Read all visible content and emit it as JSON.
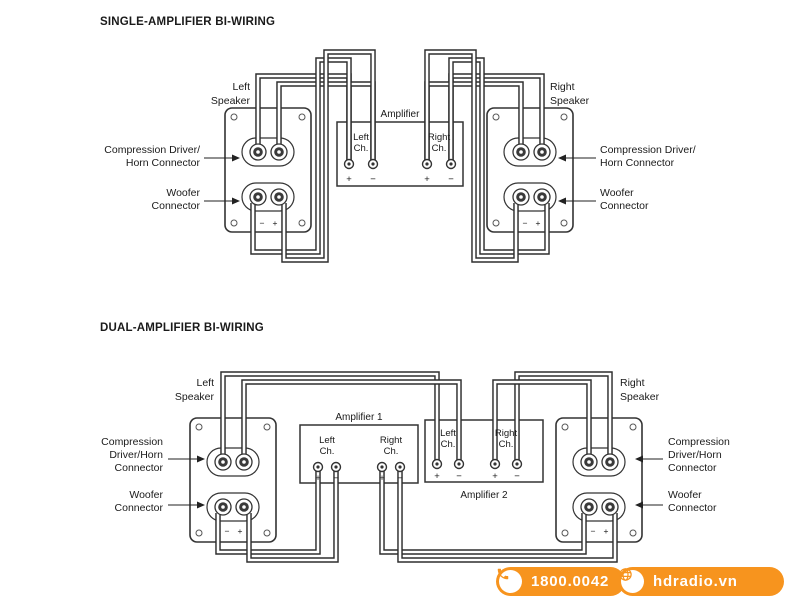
{
  "titles": {
    "single": "SINGLE-AMPLIFIER BI-WIRING",
    "dual": "DUAL-AMPLIFIER BI-WIRING"
  },
  "speaker": {
    "left1": "Left",
    "left2": "Speaker",
    "right1": "Right",
    "right2": "Speaker"
  },
  "connector": {
    "horn_a": "Compression Driver/",
    "horn_b": "Horn Connector",
    "horn2_a": "Compression",
    "horn2_b": "Driver/Horn",
    "horn2_c": "Connector",
    "woofer_a": "Woofer",
    "woofer_b": "Connector"
  },
  "amp": {
    "single": "Amplifier",
    "one": "Amplifier 1",
    "two": "Amplifier 2",
    "left1": "Left",
    "left2": "Ch.",
    "right1": "Right",
    "right2": "Ch."
  },
  "signs": {
    "plus": "+",
    "minus": "−"
  },
  "footer": {
    "phone": "1800.0042",
    "website": "hdradio.vn"
  },
  "colors": {
    "accent": "#F7941E",
    "line": "#333333"
  }
}
